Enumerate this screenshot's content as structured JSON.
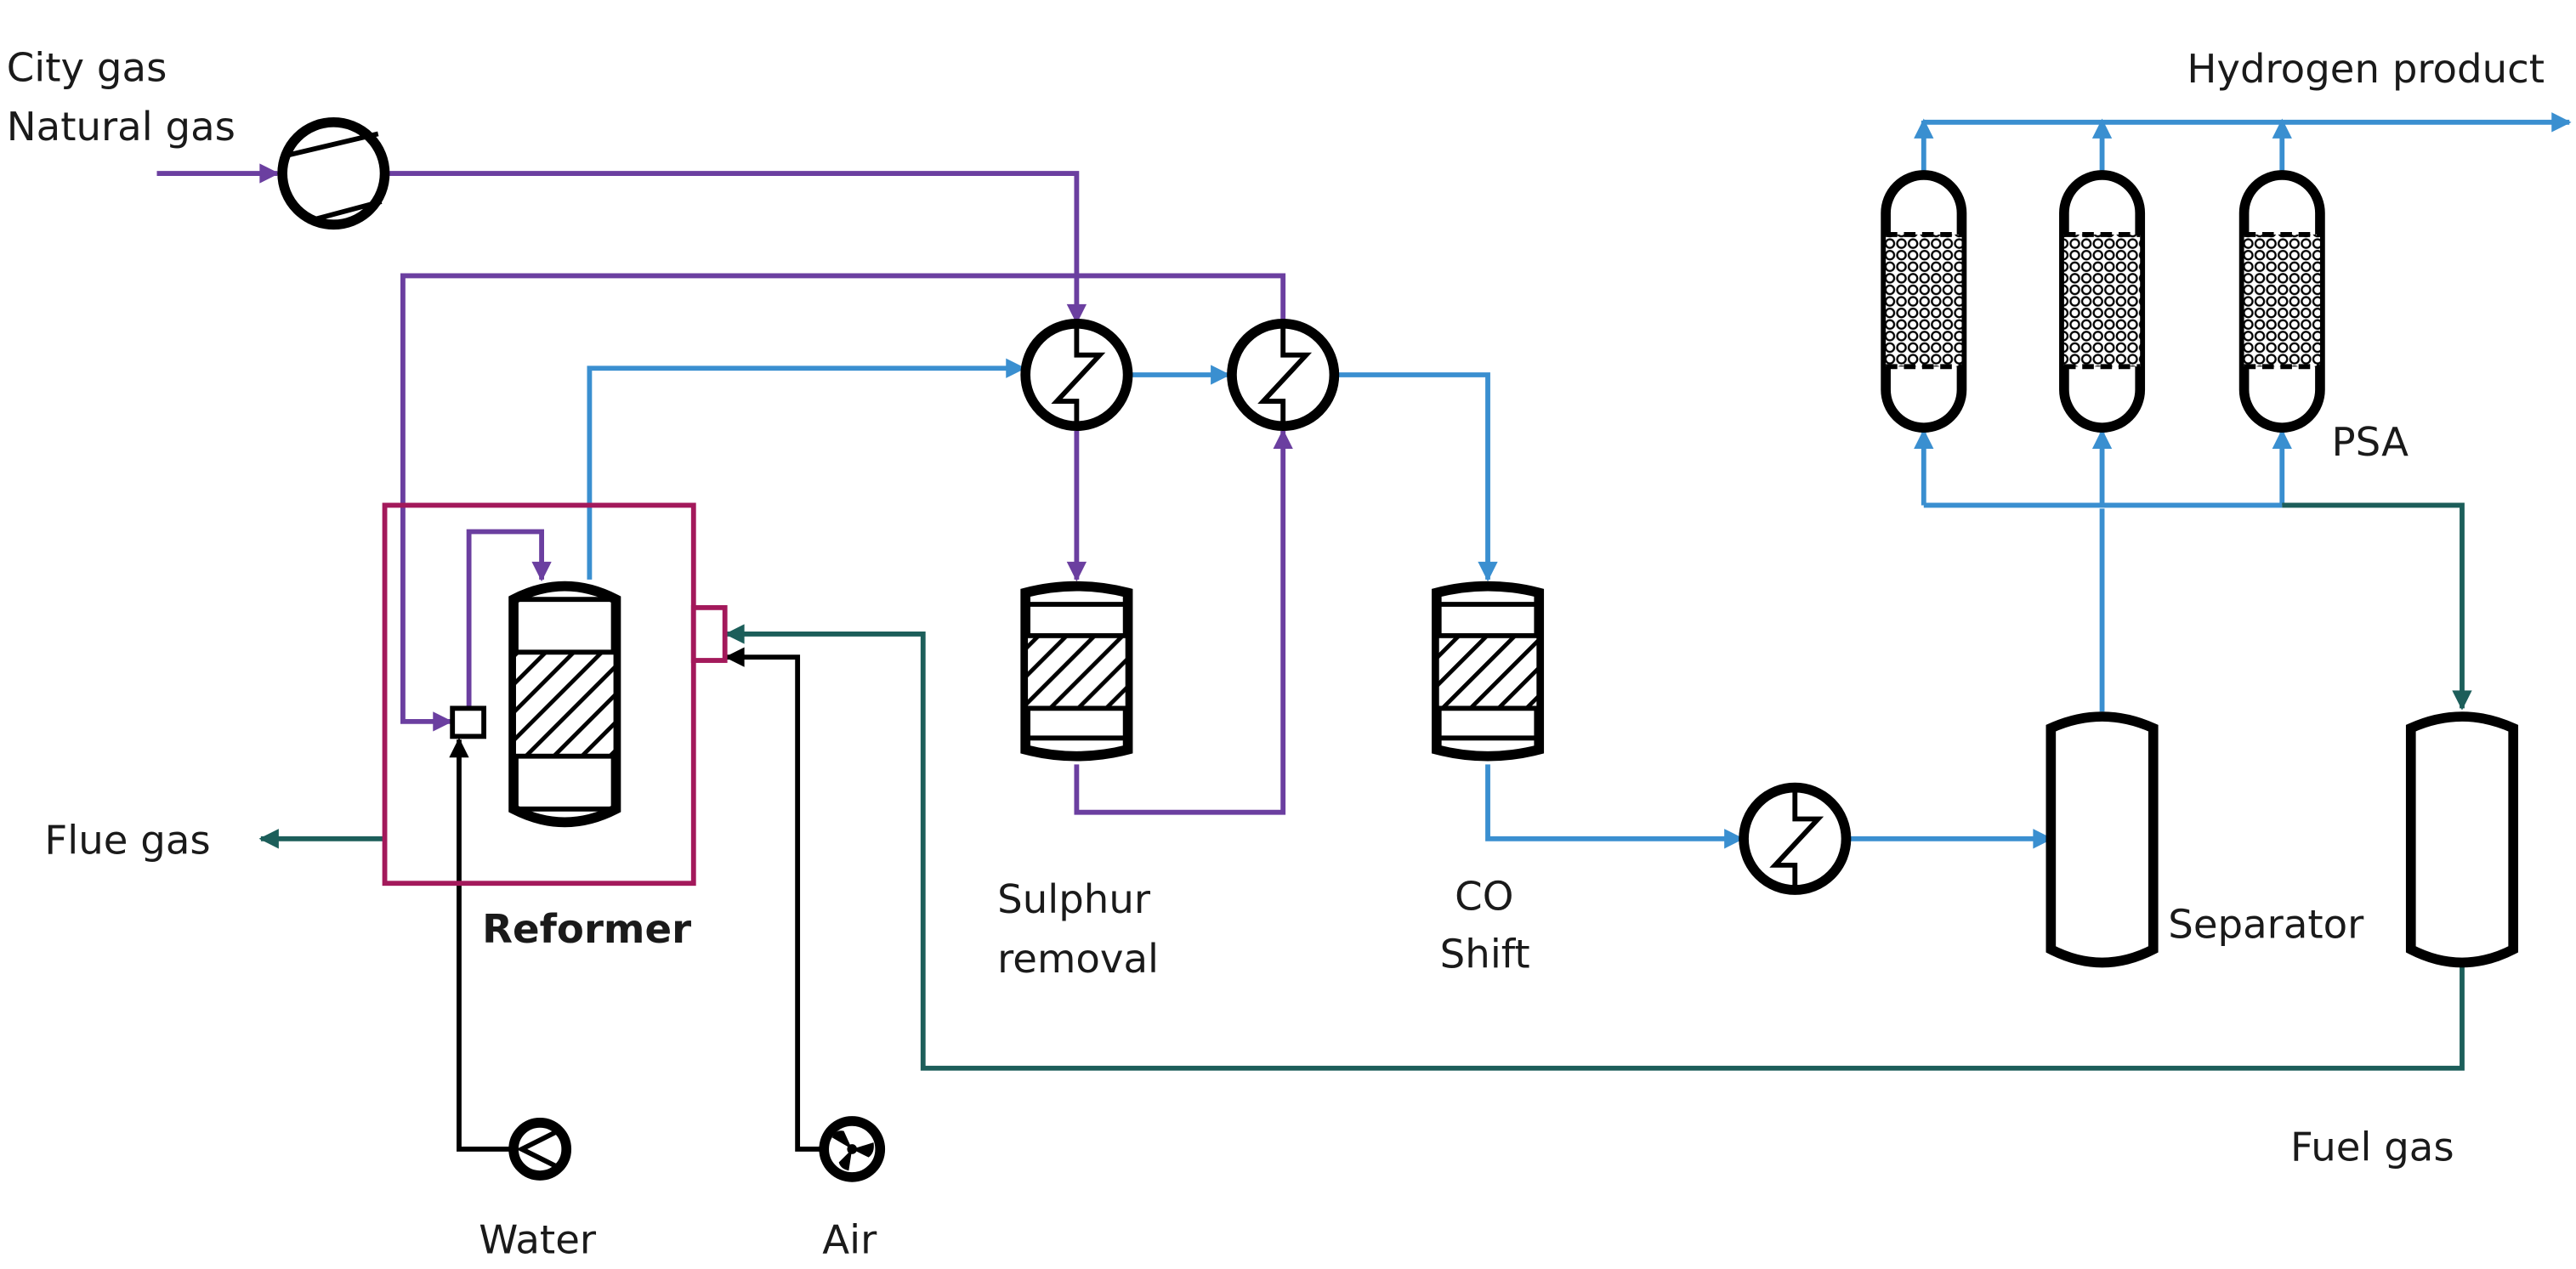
{
  "diagram": {
    "labels": {
      "feed_line1": "City gas",
      "feed_line2": "Natural gas",
      "hydrogen_product": "Hydrogen product",
      "psa": "PSA",
      "flue_gas": "Flue gas",
      "reformer": "Reformer",
      "sulphur_line1": "Sulphur",
      "sulphur_line2": "removal",
      "co_line1": "CO",
      "co_line2": "Shift",
      "separator": "Separator",
      "fuel_gas": "Fuel gas",
      "water": "Water",
      "air": "Air"
    },
    "stream_colors": {
      "feed_gas": "#6b3fa0",
      "process_gas": "#3a8fd0",
      "fuel_flue": "#1c5e5a",
      "utilities": "#000000",
      "reformer_box": "#a3195b"
    }
  }
}
